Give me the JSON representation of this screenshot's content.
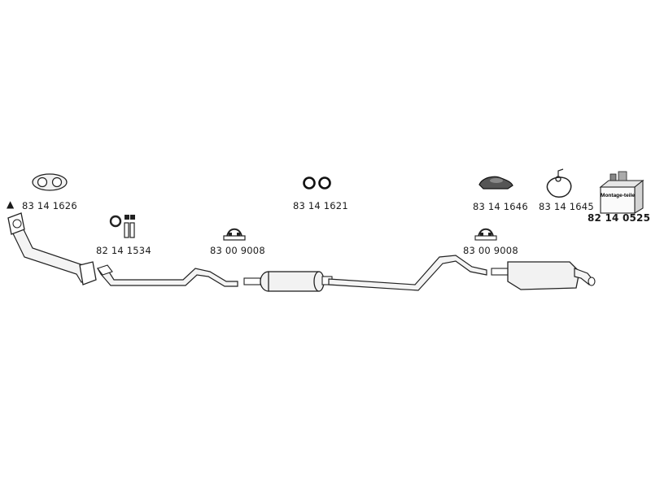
{
  "parts": {
    "gasket_flange": "83 14 1626",
    "studs_nuts": "82 14 1534",
    "clamp_left": "83 00 9008",
    "rings": "83 14 1621",
    "rubber_mount": "83 14 1646",
    "hanger_strap": "83 14 1645",
    "clamp_right": "83 00 9008",
    "mounting_kit": "82 14 0525"
  },
  "mounting_kit_box_text": "Montage-teile",
  "warning_marker": "▲",
  "colors": {
    "line": "#222222",
    "fill": "#f2f2f2"
  }
}
